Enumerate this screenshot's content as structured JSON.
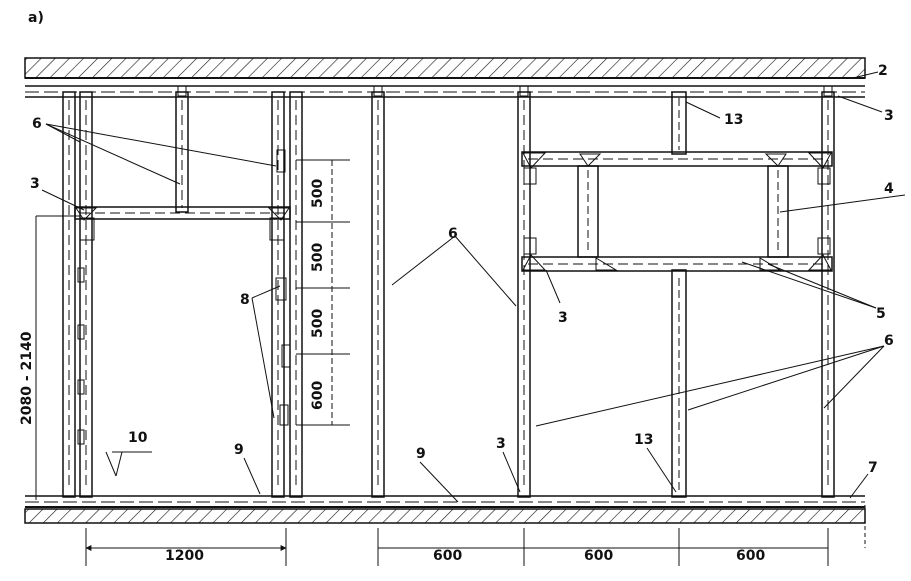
{
  "figure_label": "a)",
  "colors": {
    "ink": "#111111",
    "paper": "#ffffff"
  },
  "callouts": {
    "c2": "2",
    "c3_top_right": "3",
    "c13_top": "13",
    "c6_left": "6",
    "c3_left": "3",
    "c4": "4",
    "c6_center": "6",
    "c5": "5",
    "c3_window": "3",
    "c8": "8",
    "c6_right": "6",
    "c10": "10",
    "c9_left": "9",
    "c9_center": "9",
    "c3_bottom": "3",
    "c13_bottom": "13",
    "c7": "7"
  },
  "dimensions": {
    "height_total": "2080 - 2140",
    "vertical_steps": [
      "500",
      "500",
      "500",
      "600"
    ],
    "door_width": "1200",
    "stud_spacing": [
      "600",
      "600",
      "600"
    ]
  }
}
